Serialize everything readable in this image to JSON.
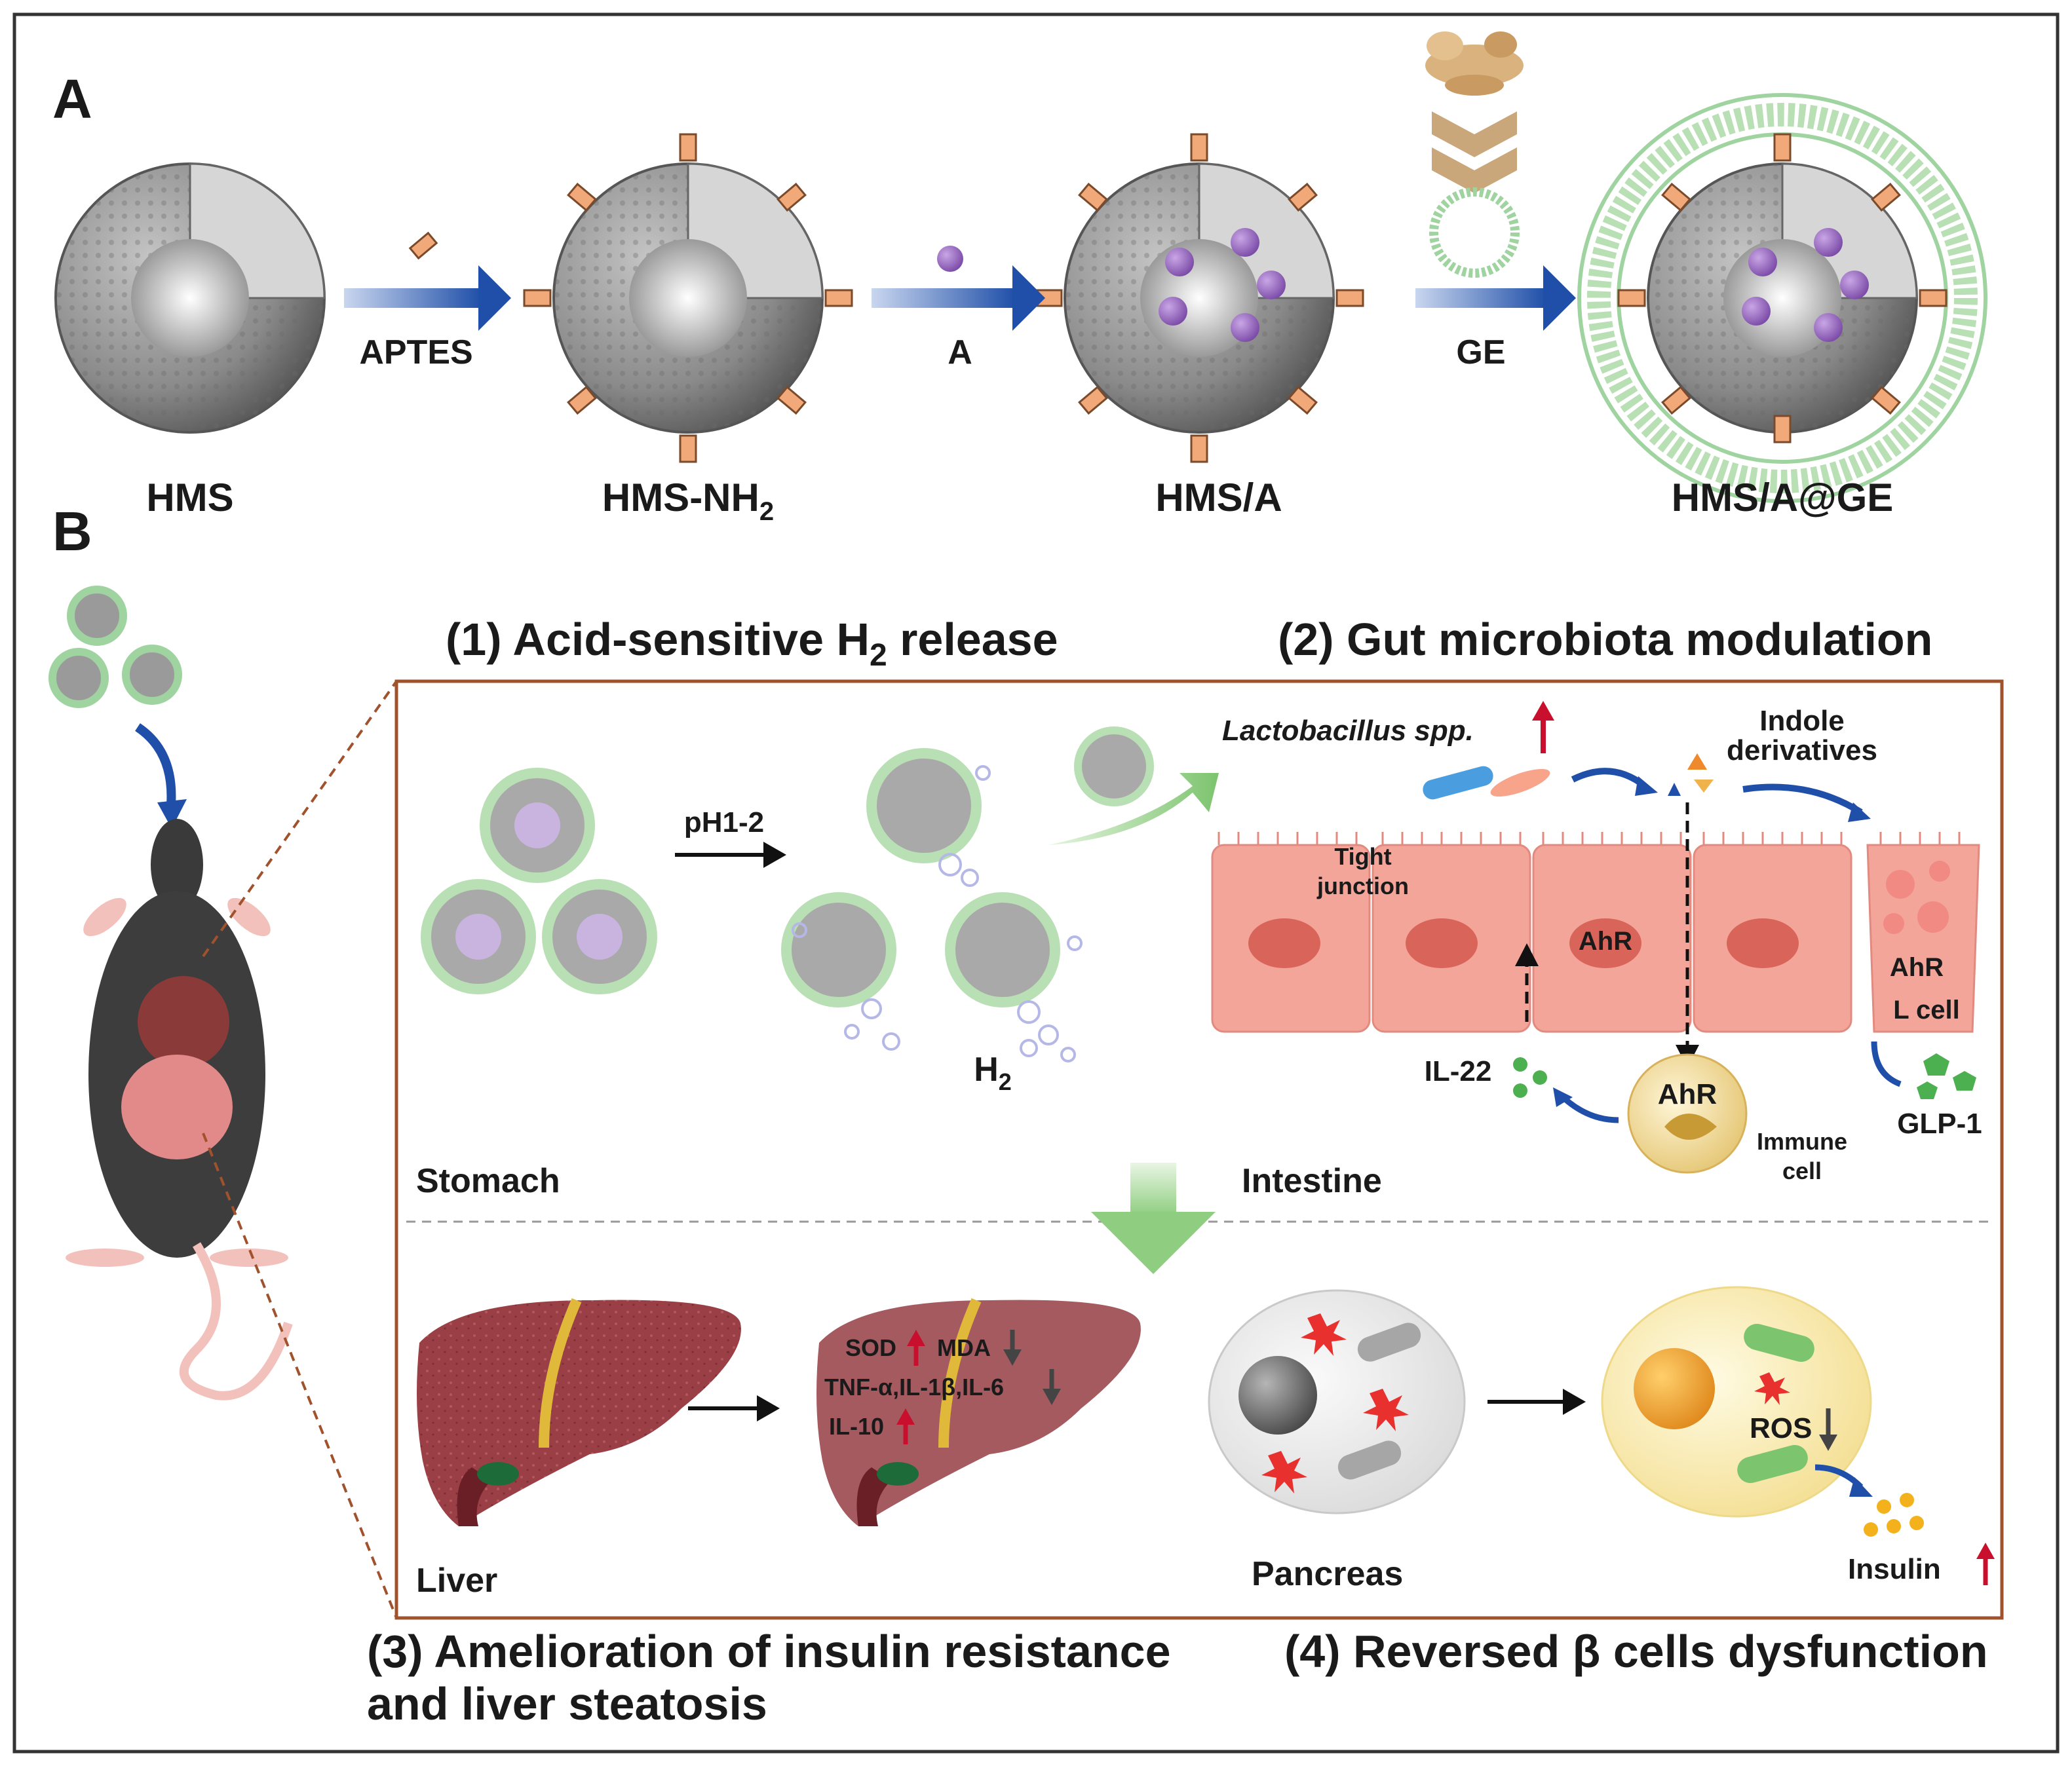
{
  "panel_a": {
    "label": "A",
    "stages": [
      "HMS",
      "HMS-NH",
      "HMS/A",
      "HMS/A@GE"
    ],
    "nh_subscript": "2",
    "arrows": [
      "APTES",
      "A",
      "GE"
    ]
  },
  "panel_b": {
    "label": "B",
    "titles": {
      "t1_prefix": "(1) Acid-sensitive H",
      "t1_sub": "2",
      "t1_suffix": " release",
      "t2": "(2) Gut microbiota modulation",
      "t3_line1": "(3) Amelioration of insulin resistance",
      "t3_line2": "and liver steatosis",
      "t4": "(4) Reversed β cells dysfunction"
    },
    "stomach": {
      "condition": "pH1-2",
      "gas": "H",
      "gas_sub": "2",
      "region": "Stomach"
    },
    "intestine": {
      "region": "Intestine",
      "bacteria": "Lactobacillus spp.",
      "metabolites_line1": "Indole",
      "metabolites_line2": "derivatives",
      "tight_junction_line1": "Tight",
      "tight_junction_line2": "junction",
      "receptor": "AhR",
      "l_cell": "L cell",
      "cytokine": "IL-22",
      "immune_line1": "Immune",
      "immune_line2": "cell",
      "hormone": "GLP-1"
    },
    "liver": {
      "organ": "Liver",
      "sod": "SOD",
      "mda": "MDA",
      "inflammation": "TNF-α,IL-1β,IL-6",
      "il10": "IL-10"
    },
    "pancreas": {
      "organ": "Pancreas",
      "ros": "ROS",
      "insulin": "Insulin"
    }
  },
  "colors": {
    "arrow_blue": "#1f4fa8",
    "up_red": "#c8102e",
    "down_dark": "#444444",
    "box_border": "#a0522d",
    "membrane_green": "#9fd3a0",
    "drug_purple": "#8a5fb5",
    "cell_pink": "#f4a59a",
    "liver_red": "#9a3f45"
  }
}
